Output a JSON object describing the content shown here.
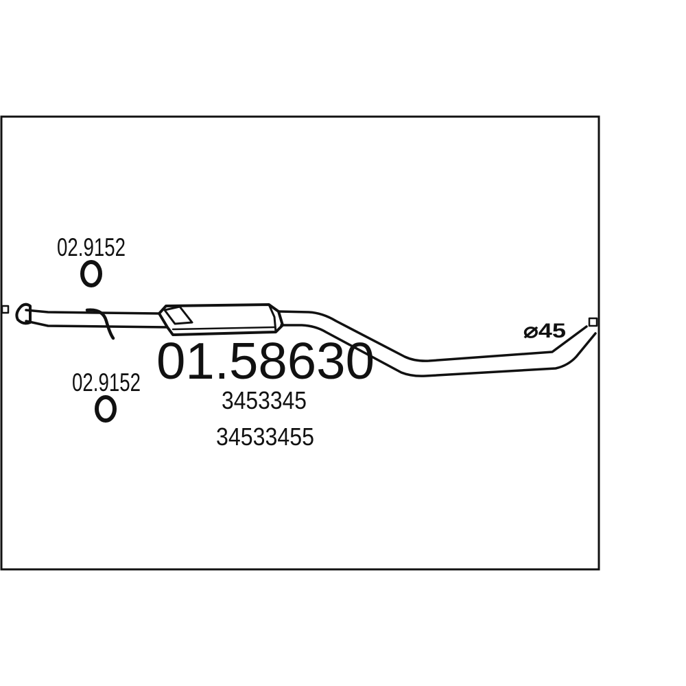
{
  "diagram": {
    "part_number": "01.58630",
    "oe_references": [
      "3453345",
      "34533455"
    ],
    "accessories": [
      {
        "code": "02.9152",
        "icon": "gasket-ring-icon"
      },
      {
        "code": "02.9152",
        "icon": "gasket-ring-icon"
      }
    ],
    "diameter_label": "⌀45",
    "colors": {
      "line": "#111111",
      "background": "#ffffff"
    }
  }
}
